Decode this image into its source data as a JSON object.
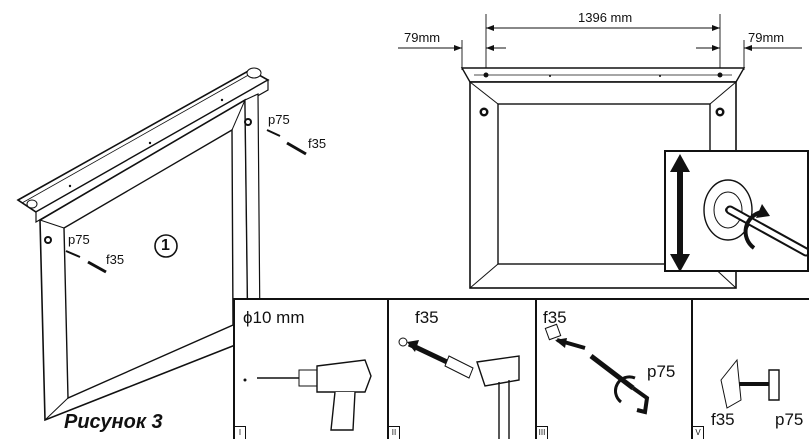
{
  "figure": {
    "caption": "Рисунок 3",
    "step_number": "1"
  },
  "left_unit": {
    "fastener_label_p": "p75",
    "fastener_label_f": "f35"
  },
  "top_diagram": {
    "center_dim": "1396 mm",
    "left_offset": "79mm",
    "right_offset": "79mm"
  },
  "steps": [
    {
      "roman": "I",
      "label": "ϕ10 mm"
    },
    {
      "roman": "II",
      "label": "f35"
    },
    {
      "roman": "III",
      "label_f": "f35",
      "label_p": "p75"
    },
    {
      "roman": "V",
      "label_f": "f35",
      "label_p": "p75"
    }
  ]
}
